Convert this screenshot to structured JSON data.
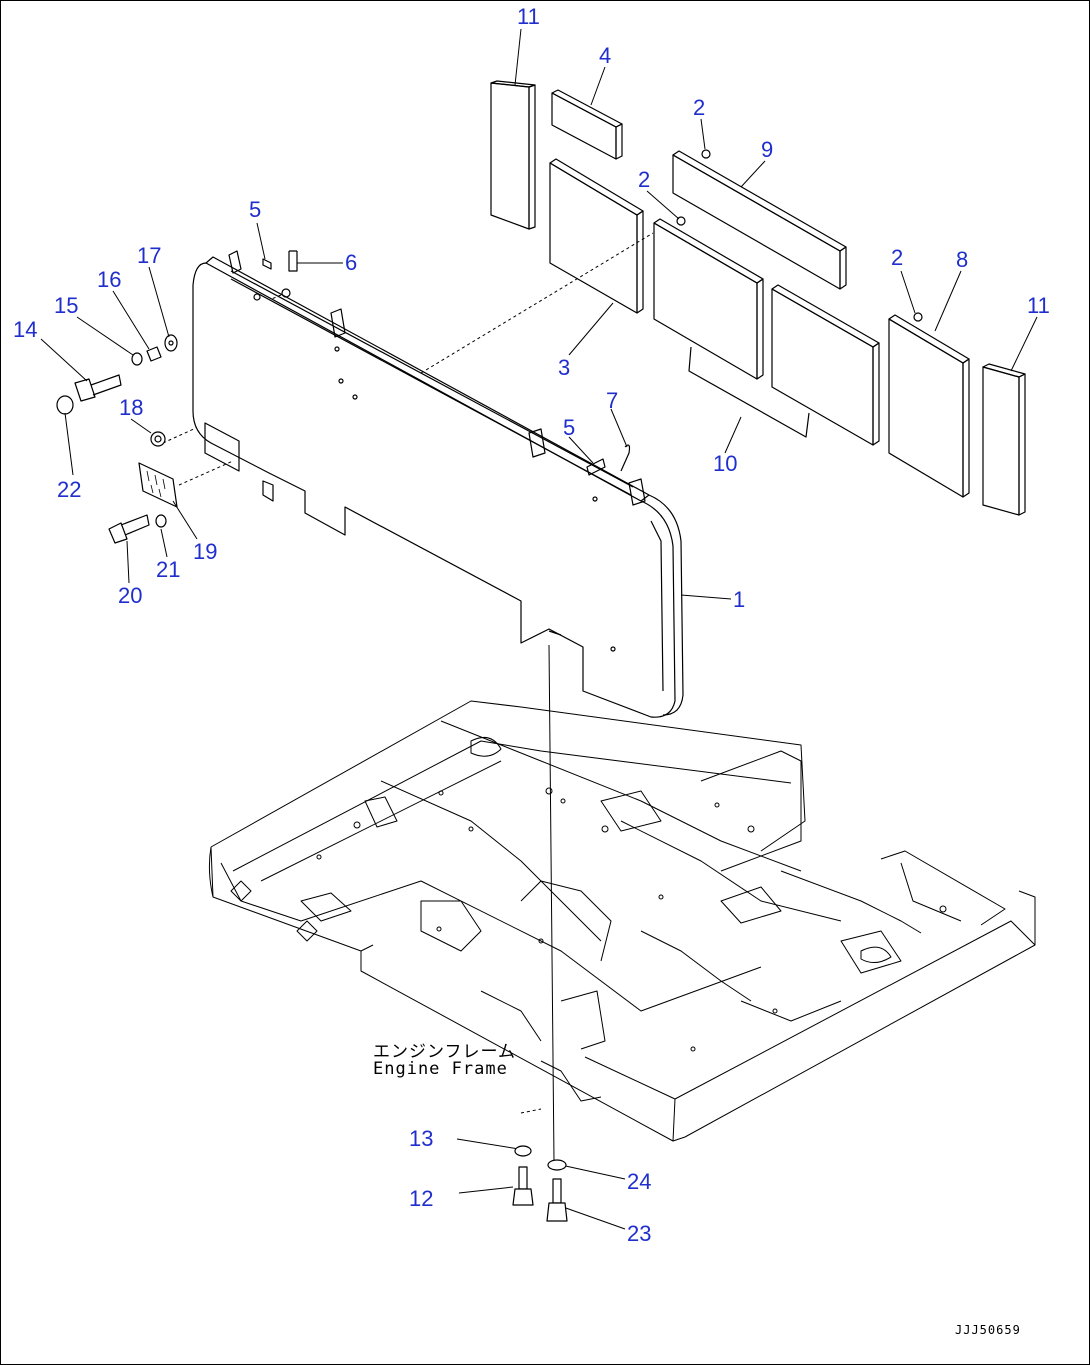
{
  "colors": {
    "callout": "#1f2ecc",
    "line": "#000000",
    "background": "#ffffff"
  },
  "callouts": [
    "11",
    "4",
    "2",
    "9",
    "2",
    "5",
    "6",
    "17",
    "16",
    "15",
    "14",
    "3",
    "2",
    "8",
    "11",
    "7",
    "5",
    "10",
    "18",
    "22",
    "19",
    "21",
    "20",
    "1",
    "13",
    "24",
    "12",
    "23"
  ],
  "notes": {
    "engine_frame_jp": "エンジンフレーム",
    "engine_frame_en": "Engine Frame",
    "drawing_code": "JJJ50659"
  }
}
